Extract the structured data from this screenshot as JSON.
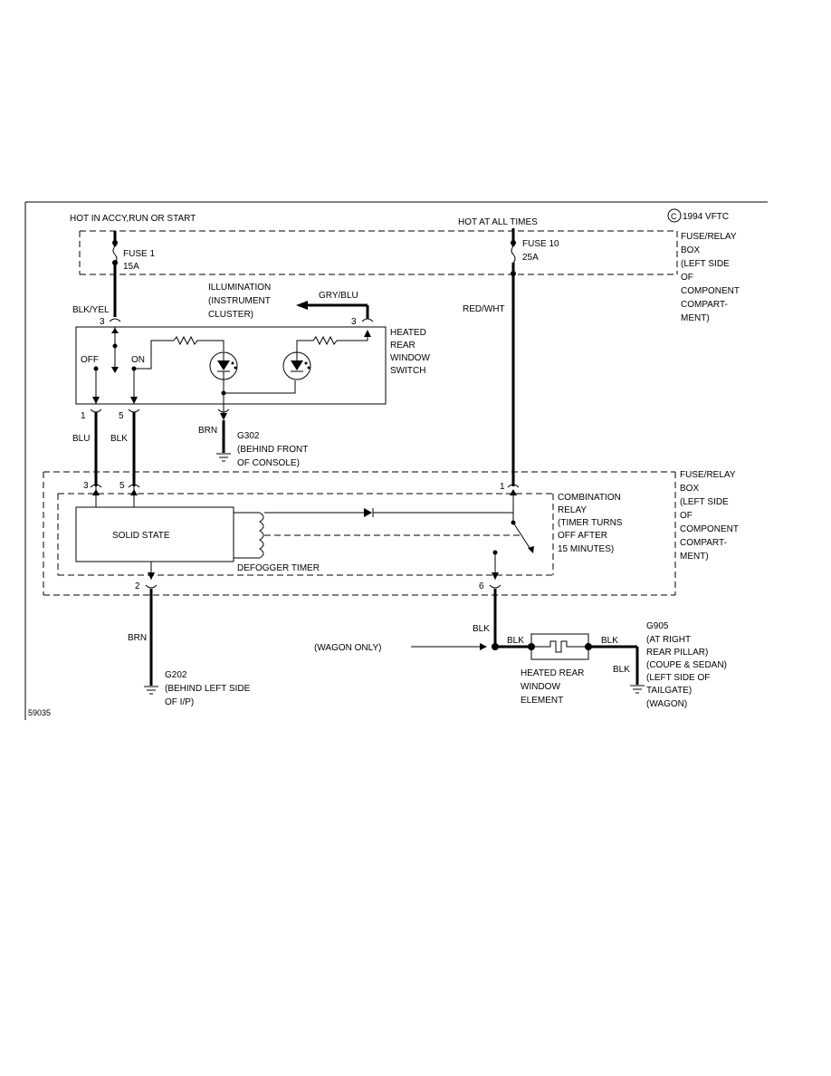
{
  "copyright": "1994 VFTC",
  "copyright_symbol": "C",
  "diagram_id": "59035",
  "power": {
    "accy": "HOT IN ACCY,RUN OR START",
    "all_times": "HOT AT ALL TIMES"
  },
  "fuse1": {
    "name": "FUSE 1",
    "rating": "15A"
  },
  "fuse10": {
    "name": "FUSE 10",
    "rating": "25A"
  },
  "fuse_box_top": [
    "FUSE/RELAY",
    "BOX",
    "(LEFT SIDE",
    "OF",
    "COMPONENT",
    "COMPART-",
    "MENT)"
  ],
  "fuse_box_bottom": [
    "FUSE/RELAY",
    "BOX",
    "(LEFT SIDE",
    "OF",
    "COMPONENT",
    "COMPART-",
    "MENT)"
  ],
  "illumination": [
    "ILLUMINATION",
    "(INSTRUMENT",
    "CLUSTER)"
  ],
  "switch_label": [
    "HEATED",
    "REAR",
    "WINDOW",
    "SWITCH"
  ],
  "switch_positions": {
    "off": "OFF",
    "on": "ON"
  },
  "wires": {
    "blk_yel": "BLK/YEL",
    "gry_blu": "GRY/BLU",
    "red_wht": "RED/WHT",
    "blu": "BLU",
    "blk": "BLK",
    "brn": "BRN"
  },
  "pins": {
    "p3": "3",
    "p1": "1",
    "p5": "5",
    "p2": "2",
    "p6": "6"
  },
  "g302": [
    "G302",
    "(BEHIND FRONT",
    "OF CONSOLE)"
  ],
  "g202": [
    "G202",
    "(BEHIND LEFT SIDE",
    "OF I/P)"
  ],
  "g905": [
    "G905",
    "(AT RIGHT",
    "REAR PILLAR)",
    "(COUPE & SEDAN)",
    "(LEFT SIDE OF",
    "TAILGATE)",
    "(WAGON)"
  ],
  "solid_state": "SOLID STATE",
  "defogger_timer": "DEFOGGER TIMER",
  "combination_relay": [
    "COMBINATION",
    "RELAY",
    "(TIMER TURNS",
    "OFF AFTER",
    "15 MINUTES)"
  ],
  "wagon_only": "(WAGON ONLY)",
  "heated_element": [
    "HEATED REAR",
    "WINDOW",
    "ELEMENT"
  ]
}
